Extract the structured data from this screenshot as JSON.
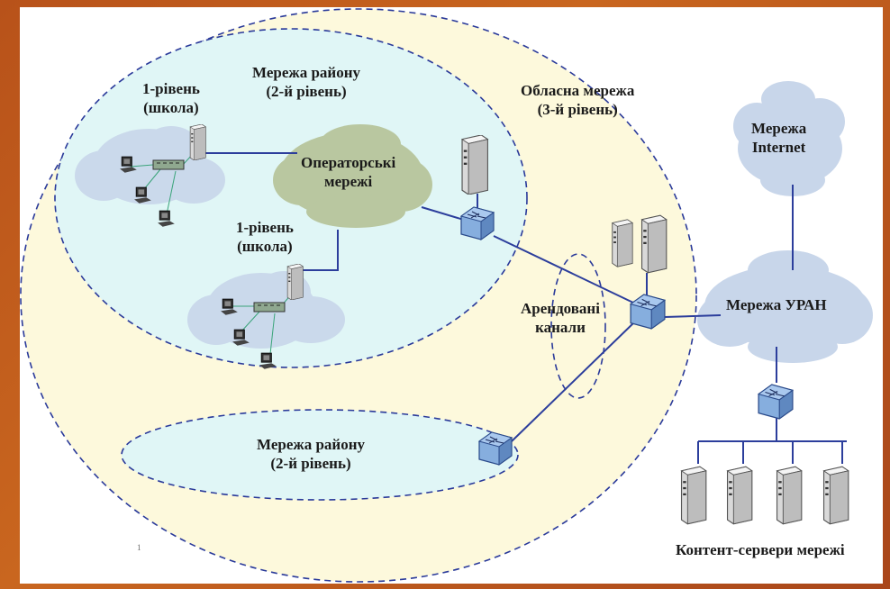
{
  "labels": {
    "district_top": [
      "Мережа району",
      "(2-й рівень)"
    ],
    "school_top": [
      "1-рівень",
      "(школа)"
    ],
    "school_bottom": [
      "1-рівень",
      "(школа)"
    ],
    "operator": [
      "Операторські",
      "мережі"
    ],
    "regional": [
      "Обласна мережа",
      "(3-й рівень)"
    ],
    "internet": [
      "Мережа",
      "Internet"
    ],
    "uran": "Мережа УРАН",
    "leased": [
      "Арендовані",
      "канали"
    ],
    "district_bottom": [
      "Мережа району",
      "(2-й рівень)"
    ],
    "content_servers": "Контент-сервери мережі",
    "page_mark": "1"
  },
  "colors": {
    "background": "#b8521a",
    "panel": "#ffffff",
    "regional_fill": "#fdf9dc",
    "district_fill": "#e0f6f6",
    "dash": "#2a3a9a",
    "link": "#2c3e9c",
    "cloud": "#c8d6ea",
    "operator_cloud": "#b9c7a0",
    "switch": "#7fa6d6",
    "server": "#ececec"
  }
}
